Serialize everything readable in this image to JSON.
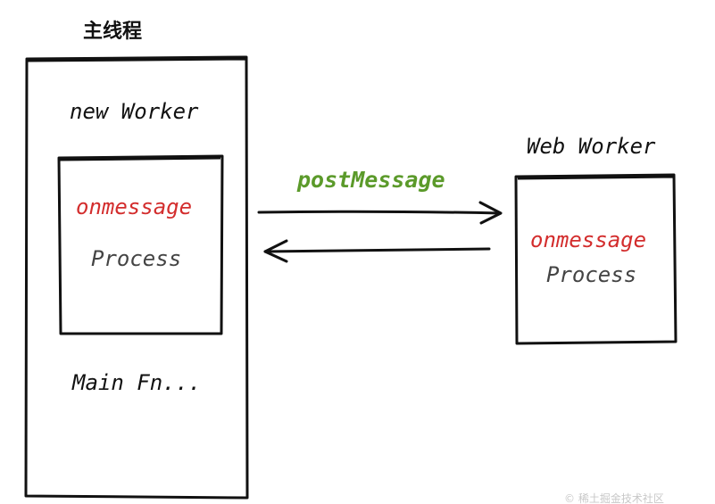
{
  "diagram": {
    "main_thread": {
      "title": "主线程",
      "new_worker_label": "new Worker",
      "inner_box": {
        "event": "onmessage",
        "action": "Process"
      },
      "footer_label": "Main Fn..."
    },
    "web_worker": {
      "title": "Web Worker",
      "event": "onmessage",
      "action": "Process"
    },
    "channel": {
      "message_label": "postMessage"
    },
    "watermark": "© 稀土掘金技术社区"
  },
  "colors": {
    "stroke": "#111111",
    "text": "#111111",
    "event": "#d32d2d",
    "action": "#444444",
    "message": "#5b9a2a",
    "watermark": "#c8c8c8"
  }
}
